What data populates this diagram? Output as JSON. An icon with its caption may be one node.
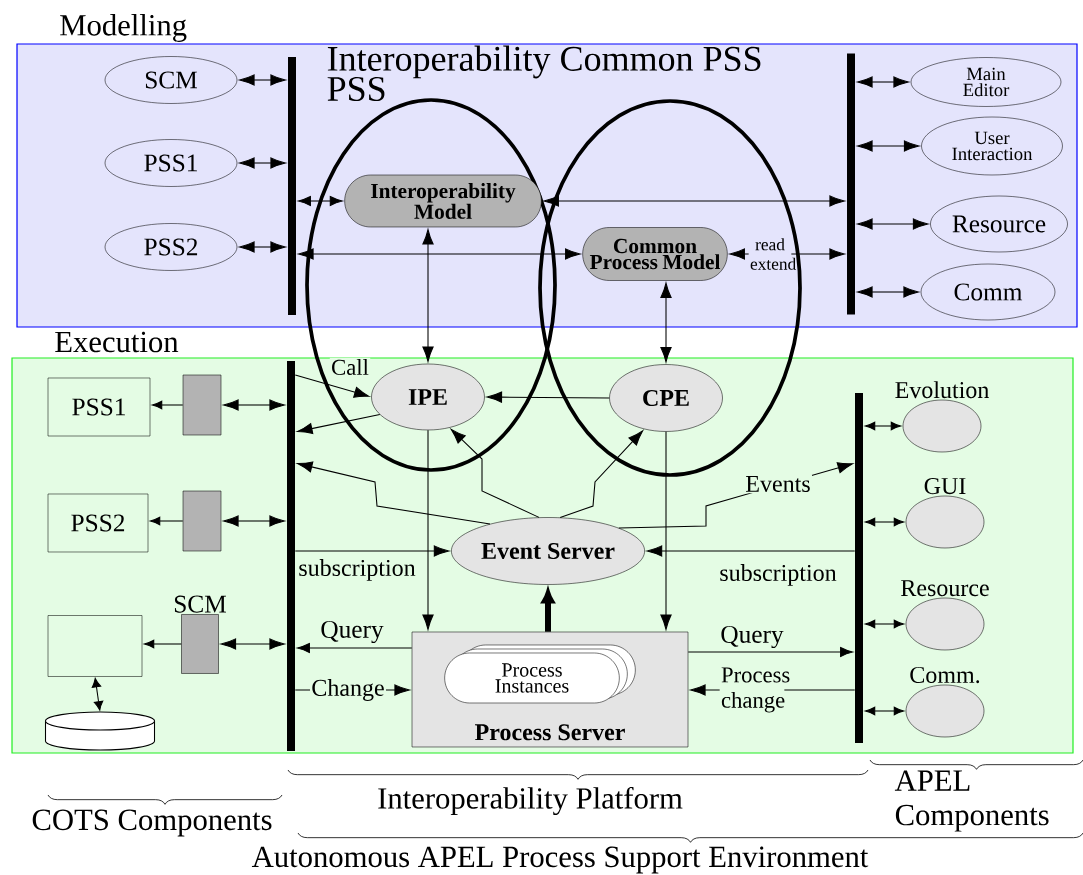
{
  "diagram": {
    "nodes": [
      {
        "text": [
          "Modelling"
        ]
      },
      {
        "text": [
          "Execution"
        ]
      },
      {
        "text": [
          "SCM"
        ],
        "in": 0
      },
      {
        "text": [
          "PSS1"
        ],
        "in": 0
      },
      {
        "text": [
          "PSS2"
        ],
        "in": 0
      },
      {
        "text": [],
        "shape": "bar",
        "in": 0
      },
      {
        "text": [
          "Interoperability Model"
        ],
        "in": 0
      },
      {
        "text": [
          "Common Process Model"
        ],
        "in": 0
      },
      {
        "text": [],
        "shape": "bar",
        "in": 0
      },
      {
        "text": [
          "Main Editor"
        ],
        "in": 0
      },
      {
        "text": [
          "User Interaction"
        ],
        "in": 0
      },
      {
        "text": [
          "Resource"
        ],
        "in": 0
      },
      {
        "text": [
          "Comm"
        ],
        "in": 0
      },
      {
        "text": [
          "PSS1"
        ],
        "in": 1
      },
      {
        "text": [],
        "shape": "box",
        "in": 1
      },
      {
        "text": [
          "PSS2"
        ],
        "in": 1
      },
      {
        "text": [],
        "shape": "box",
        "in": 1
      },
      {
        "text": [],
        "shape": "box",
        "in": 1
      },
      {
        "text": [],
        "shape": "box",
        "beside": [
          "SCM"
        ],
        "in": 1
      },
      {
        "text": [],
        "shape": "cylinder",
        "in": 1
      },
      {
        "text": [],
        "shape": "bar",
        "in": 1
      },
      {
        "text": [
          "IPE"
        ],
        "in": 1
      },
      {
        "text": [
          "CPE"
        ],
        "in": 1
      },
      {
        "text": [
          "Event Server"
        ],
        "in": 1
      },
      {
        "text": [
          "Process Server"
        ],
        "in": 1
      },
      {
        "text": [
          "Process Instances"
        ],
        "in": 24
      },
      {
        "text": [],
        "shape": "bar",
        "in": 1
      },
      {
        "text": [
          "Evolution"
        ],
        "in": 1
      },
      {
        "text": [
          "GUI"
        ],
        "in": 1
      },
      {
        "text": [
          "Resource"
        ],
        "in": 1
      },
      {
        "text": [
          "Comm."
        ],
        "in": 1
      }
    ],
    "edges": [
      {
        "from": 2,
        "to": 5,
        "arrow": "both"
      },
      {
        "from": 3,
        "to": 5,
        "arrow": "both"
      },
      {
        "from": 4,
        "to": 5,
        "arrow": "both"
      },
      {
        "from": 5,
        "to": 6,
        "arrow": "both"
      },
      {
        "from": 5,
        "to": 7,
        "arrow": "both"
      },
      {
        "from": 6,
        "to": 21,
        "arrow": "both"
      },
      {
        "from": 6,
        "to": 8,
        "arrow": "both"
      },
      {
        "from": 7,
        "to": 8,
        "arrow": "both",
        "label": "read extend"
      },
      {
        "from": 7,
        "to": 22,
        "arrow": "both"
      },
      {
        "from": 8,
        "to": 9,
        "arrow": "both"
      },
      {
        "from": 8,
        "to": 10,
        "arrow": "both"
      },
      {
        "from": 8,
        "to": 11,
        "arrow": "both"
      },
      {
        "from": 8,
        "to": 12,
        "arrow": "both"
      },
      {
        "from": 14,
        "to": 13,
        "arrow": "to"
      },
      {
        "from": 14,
        "to": 20,
        "arrow": "both"
      },
      {
        "from": 16,
        "to": 15,
        "arrow": "to"
      },
      {
        "from": 16,
        "to": 20,
        "arrow": "both"
      },
      {
        "from": 18,
        "to": 17,
        "arrow": "to"
      },
      {
        "from": 18,
        "to": 20,
        "arrow": "both"
      },
      {
        "from": 17,
        "to": 19,
        "arrow": "both"
      },
      {
        "from": 20,
        "to": 21,
        "arrow": "to",
        "label": "Call"
      },
      {
        "from": 21,
        "to": 20,
        "arrow": "to"
      },
      {
        "from": 22,
        "to": 21,
        "arrow": "to"
      },
      {
        "from": 23,
        "to": 20,
        "arrow": "to"
      },
      {
        "from": 23,
        "to": 21,
        "arrow": "to"
      },
      {
        "from": 23,
        "to": 22,
        "arrow": "to"
      },
      {
        "from": 23,
        "to": 26,
        "arrow": "to",
        "label": "Events"
      },
      {
        "from": 20,
        "to": 23,
        "arrow": "to",
        "label": "subscription"
      },
      {
        "from": 26,
        "to": 23,
        "arrow": "to",
        "label": "subscription"
      },
      {
        "from": 21,
        "to": 24,
        "arrow": "to"
      },
      {
        "from": 22,
        "to": 24,
        "arrow": "to"
      },
      {
        "from": 24,
        "to": 23,
        "arrow": "to",
        "style": "thick"
      },
      {
        "from": 24,
        "to": 20,
        "arrow": "to",
        "label": "Query"
      },
      {
        "from": 20,
        "to": 24,
        "arrow": "to",
        "label": "Change"
      },
      {
        "from": 24,
        "to": 26,
        "arrow": "to",
        "label": "Query"
      },
      {
        "from": 26,
        "to": 24,
        "arrow": "to",
        "label": "Process change"
      },
      {
        "from": 26,
        "to": 27,
        "arrow": "both"
      },
      {
        "from": 26,
        "to": 28,
        "arrow": "both"
      },
      {
        "from": 26,
        "to": 29,
        "arrow": "both"
      },
      {
        "from": 26,
        "to": 30,
        "arrow": "both"
      }
    ],
    "labels": [
      "Interoperability Common PSS",
      "PSS",
      "COTS Components",
      "Interoperability Platform",
      "APEL Components",
      "Autonomous APEL Process Support Environment"
    ]
  }
}
